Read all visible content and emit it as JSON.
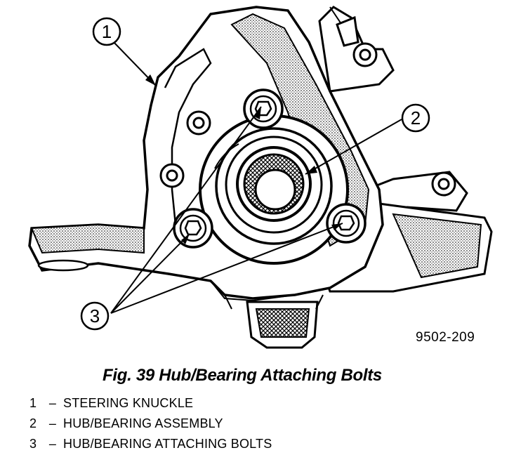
{
  "figure": {
    "code": "9502-209",
    "caption": "Fig. 39 Hub/Bearing Attaching Bolts",
    "callouts": [
      "1",
      "2",
      "3"
    ]
  },
  "legend": [
    {
      "number": "1",
      "dash": "–",
      "label": "STEERING KNUCKLE"
    },
    {
      "number": "2",
      "dash": "–",
      "label": "HUB/BEARING ASSEMBLY"
    },
    {
      "number": "3",
      "dash": "–",
      "label": "HUB/BEARING ATTACHING BOLTS"
    }
  ]
}
